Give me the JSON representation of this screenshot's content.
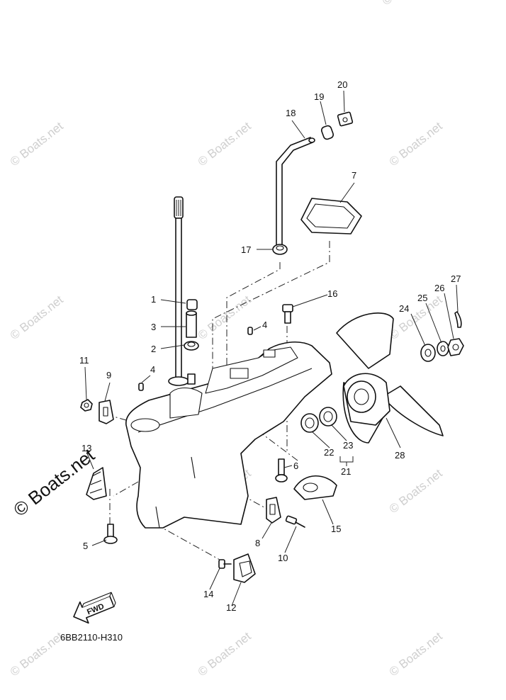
{
  "diagram_code": "6BB2110-H310",
  "fwd_label": "FWD",
  "watermark": "© Boats.net",
  "callouts": [
    "1",
    "2",
    "3",
    "4",
    "4",
    "5",
    "6",
    "7",
    "8",
    "9",
    "10",
    "11",
    "12",
    "13",
    "14",
    "15",
    "16",
    "17",
    "18",
    "19",
    "20",
    "21",
    "22",
    "23",
    "24",
    "25",
    "26",
    "27",
    "28"
  ]
}
